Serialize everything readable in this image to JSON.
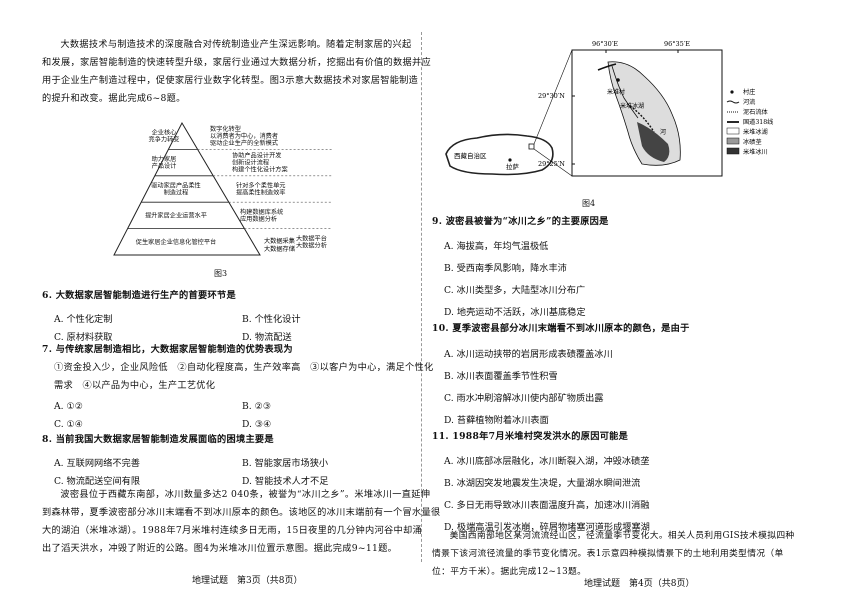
{
  "left": {
    "intro": [
      "大数据技术与制造技术的深度融合对传统制造业产生深远影响。随着定制家居的兴起",
      "和发展，家居智能制造的快速转型升级，家居行业通过大数据分析，挖掘出有价值的数据并应",
      "用于企业生产制造过程中，促使家居行业数字化转型。图3示意大数据技术对家居智能制造",
      "的提升和改变。据此完成6~8题。"
    ],
    "figure": {
      "caption": "图3",
      "layers": [
        {
          "left": "企业核心\n竞争力转变",
          "right": "数字化转型\n以消费者为中心，消费者\n驱动企业生产的全新模式"
        },
        {
          "left": "助力家居\n产品设计",
          "right": "协助产品设计开发\n创新设计流程\n构建个性化设计方案"
        },
        {
          "left": "驱动家居产品柔性\n制造过程",
          "right": "针对多个柔性单元\n提高柔性制造效率"
        },
        {
          "left": "提升家居企业运营水平",
          "right": "构建数据库系统\n应用数据分析"
        },
        {
          "left": "促生家居企业信息化管控平台",
          "right": "大数据平台\n大数据分析"
        }
      ],
      "layer_extra": "大数据采集\n大数据存储"
    },
    "q6": {
      "stem": "6. 大数据家居智能制造进行生产的首要环节是",
      "options": [
        "A. 个性化定制",
        "B. 个性化设计",
        "C. 原材料获取",
        "D. 物流配送"
      ]
    },
    "q7": {
      "stem": "7. 与传统家居制造相比，大数据家居智能制造的优势表现为",
      "lines": [
        "①资金投入少，企业风险低　②自动化程度高，生产效率高　③以客户为中心，满足个性化",
        "需求　④以产品为中心，生产工艺优化"
      ],
      "options": [
        "A. ①②",
        "B. ②③",
        "C. ①④",
        "D. ③④"
      ]
    },
    "q8": {
      "stem": "8. 当前我国大数据家居智能制造发展面临的困境主要是",
      "options": [
        "A. 互联网网络不完善",
        "B. 智能家居市场狭小",
        "C. 物流配送空间有限",
        "D. 智能技术人才不足"
      ]
    },
    "passage2": [
      "波密县位于西藏东南部，冰川数量多达2 040条，被誉为“冰川之乡”。米堆冰川一直延伸",
      "到森林带，夏季波密部分冰川末端看不到冰川原本的颜色。该地区的冰川末端前有一个冒水量很",
      "大的湖泊（米堆冰湖）。1988年7月米堆村连续多日无雨，15日夜里的几分钟内河谷中却涌",
      "出了滔天洪水，冲毁了附近的公路。图4为米堆冰川位置示意图。据此完成9~11题。"
    ],
    "footer": "地理试题　第3页（共8页）"
  },
  "right": {
    "map": {
      "caption": "图4",
      "lon1": "96°30′E",
      "lon2": "96°35′E",
      "lat1": "29°30′N",
      "lat2": "29°25′N",
      "region": "西藏自治区",
      "city": "拉萨",
      "village": "米堆村",
      "glacier_lake": "米堆冰湖",
      "river": "河",
      "legend": [
        "村庄",
        "河流",
        "泥石流体",
        "国道318线",
        "米堆冰湖",
        "冰碛垄",
        "米堆冰川"
      ]
    },
    "q9": {
      "stem": "9. 波密县被誉为“冰川之乡”的主要原因是",
      "options": [
        "A. 海拔高，年均气温极低",
        "B. 受西南季风影响，降水丰沛",
        "C. 冰川类型多，大陆型冰川分布广",
        "D. 地壳运动不活跃，冰川基底稳定"
      ]
    },
    "q10": {
      "stem": "10. 夏季波密县部分冰川末端看不到冰川原本的颜色，是由于",
      "options": [
        "A. 冰川运动挟带的岩屑形成表碛覆盖冰川",
        "B. 冰川表面覆盖季节性积雪",
        "C. 雨水冲刷溶解冰川使内部矿物质出露",
        "D. 苔藓植物附着冰川表面"
      ]
    },
    "q11": {
      "stem": "11. 1988年7月米堆村突发洪水的原因可能是",
      "options": [
        "A. 冰川底部冰层融化，冰川断裂入湖，冲毁冰碛垄",
        "B. 冰湖因突发地震发生决堤，大量湖水瞬间泄流",
        "C. 多日无雨导致冰川表面温度升高，加速冰川消融",
        "D. 极端高温引发冰崩，碎屑物堵塞河道形成堰塞湖"
      ]
    },
    "passage3": [
      "美国西南部地区某河流流经山区，径流量季节变化大。相关人员利用GIS技术模拟四种",
      "情景下该河流径流量的季节变化情况。表1示意四种模拟情景下的土地利用类型情况（单",
      "位：平方千米）。据此完成12~13题。"
    ],
    "footer": "地理试题　第4页（共8页）"
  }
}
